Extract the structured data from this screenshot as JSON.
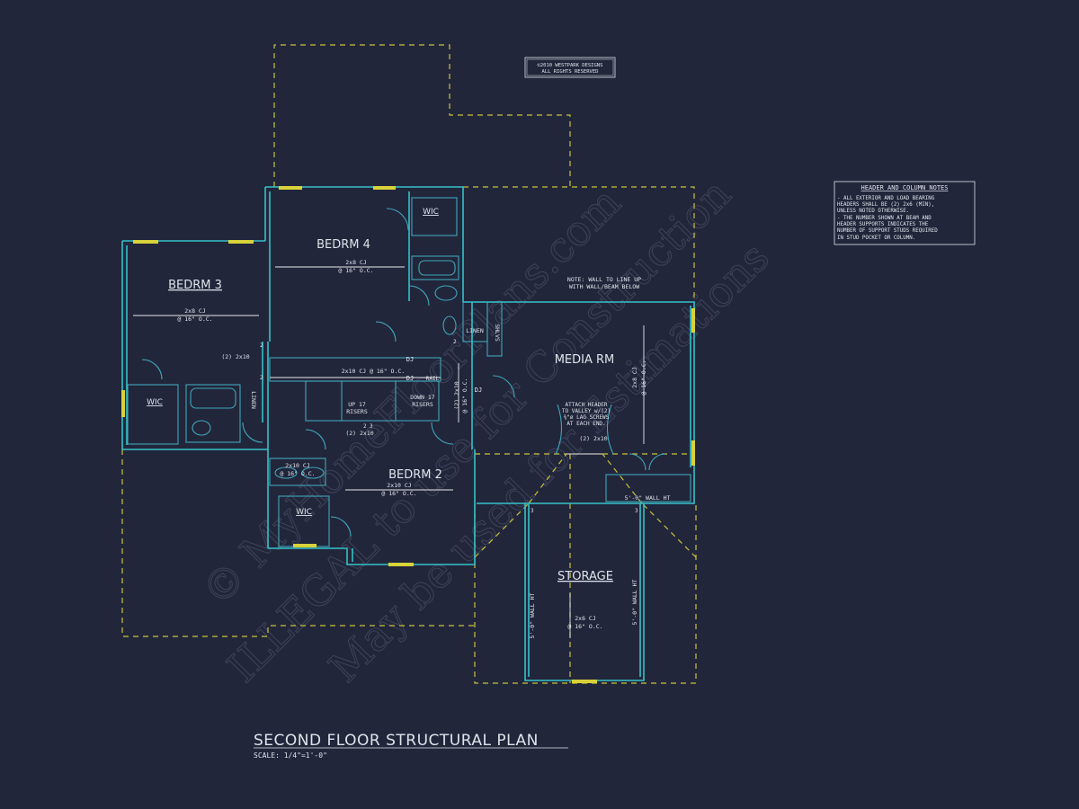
{
  "copyright_box": {
    "line1": "©2010 WESTPARK DESIGNS",
    "line2": "ALL RIGHTS RESERVED"
  },
  "notes": {
    "title": "HEADER AND COLUMN NOTES",
    "lines": [
      "- ALL EXTERIOR AND LOAD BEARING",
      "HEADERS SHALL BE (2) 2x6 (MIN),",
      "UNLESS NOTED OTHERWISE.",
      "- THE NUMBER SHOWN AT BEAM AND",
      "HEADER SUPPORTS INDICATES THE",
      "NUMBER OF SUPPORT STUDS REQUIRED",
      "IN STUD POCKET OR COLUMN."
    ]
  },
  "rooms": {
    "bedrm4": "BEDRM 4",
    "bedrm3": "BEDRM 3",
    "bedrm2": "BEDRM 2",
    "media": "MEDIA RM",
    "storage": "STORAGE",
    "wic1": "WIC",
    "wic2": "WIC",
    "wic3": "WIC",
    "linen1": "LINEN",
    "linen2": "LINEN",
    "shlvs": "SHLVS"
  },
  "joists": {
    "bed4_a": "2x8 CJ",
    "bed4_b": "@ 16\" O.C.",
    "bed3_a": "2x8 CJ",
    "bed3_b": "@ 16\" O.C.",
    "bed2_a": "2x10 CJ",
    "bed2_b": "@ 16\" O.C.",
    "hall": "2x10 CJ @ 16\" O.C.",
    "bath_a": "2x10 CJ",
    "bath_b": "@ 16\" O.C.",
    "media_a": "2x8 CJ",
    "media_b": "@ 16\" O.C.",
    "stair_a": "(2) 2x10",
    "stair_b": "@ 16\" O.C.",
    "storage_a": "2x6 CJ",
    "storage_b": "@ 16\" O.C."
  },
  "beams": {
    "b1": "(2) 2x10",
    "b2": "(2) 2x10",
    "b3": "(2) 2x10",
    "b4": "(2) 2x10",
    "dj1": "DJ",
    "dj2": "DJ",
    "dj3": "DJ",
    "rail": "RAIL"
  },
  "stairs": {
    "up": "UP 17",
    "up2": "RISERS",
    "down": "DOWN 17",
    "down2": "RISERS"
  },
  "annotations": {
    "wall_note_1": "NOTE: WALL TO LINE UP",
    "wall_note_2": "WITH WALL/BEAM BELOW",
    "attach_1": "ATTACH HEADER",
    "attach_2": "TO VALLEY w/(2)",
    "attach_3": "⅜\"ø LAG SCREWS",
    "attach_4": "AT EACH END.",
    "wall_ht_media": "5'-0\" WALL HT",
    "wall_ht_left": "5'-0\" WALL HT",
    "wall_ht_right": "5'-0\" WALL HT"
  },
  "stud_counts": [
    "2",
    "2",
    "2",
    "2",
    "3",
    "3",
    "3"
  ],
  "title_block": {
    "title": "SECOND FLOOR STRUCTURAL PLAN",
    "scale": "SCALE: 1/4\"=1'-0\""
  },
  "watermark": {
    "line1": "© MyHomeFloorPlans.com",
    "line2": "ILLEGAL to use for Construction",
    "line3": "May be used for Estimations"
  },
  "colors": {
    "background": "#22263b",
    "wall": "#35c2c9",
    "dashed": "#c8c23a",
    "window": "#d8d23a",
    "text": "#dfe3ea"
  }
}
